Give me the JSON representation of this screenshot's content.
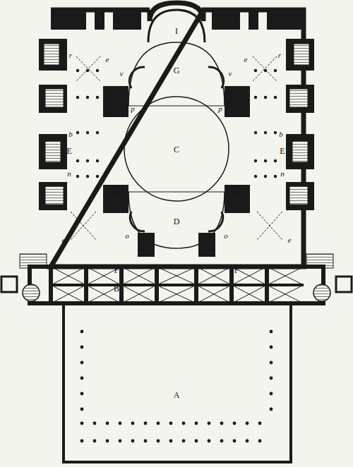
{
  "diagram": {
    "labels": [
      "I",
      "r",
      "e",
      "v",
      "G",
      "v",
      "e",
      "r",
      "p",
      "p",
      "b",
      "E",
      "b",
      "E",
      "C",
      "n",
      "n",
      "q",
      "q",
      "e",
      "o",
      "D",
      "o",
      "e",
      "F",
      "F",
      "B",
      "A"
    ]
  }
}
